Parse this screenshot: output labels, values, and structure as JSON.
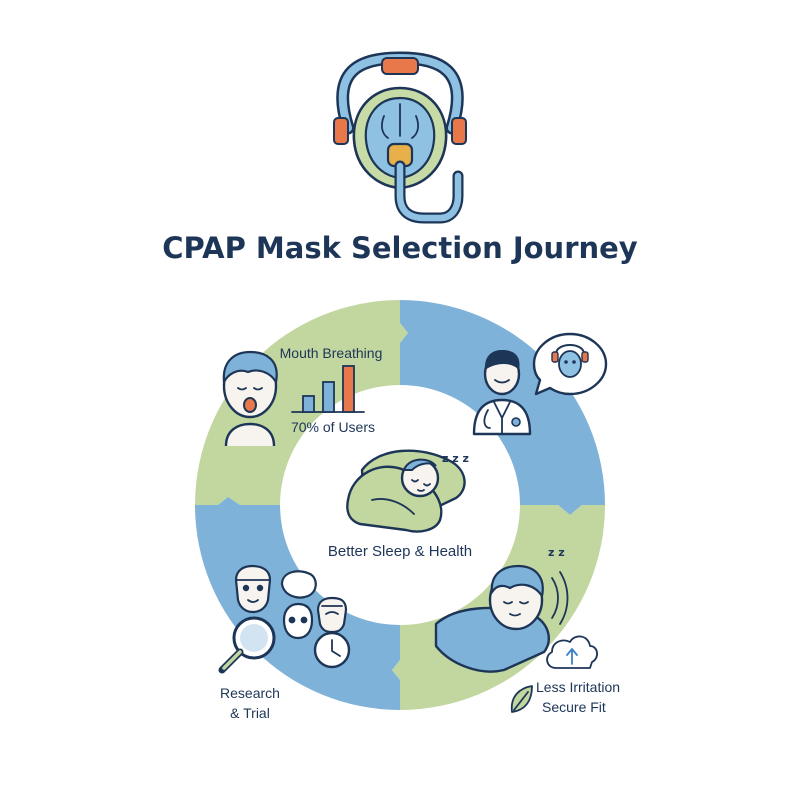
{
  "title": "CPAP Mask Selection Journey",
  "center": {
    "label": "Better Sleep & Health",
    "sleep_sound": "z z z"
  },
  "segments": [
    {
      "id": "mouth-breathing",
      "label": "Mouth Breathing",
      "caption": "70% of Users"
    },
    {
      "id": "consultation"
    },
    {
      "id": "comfort",
      "label_line1": "Less Irritation",
      "label_line2": "Secure Fit",
      "sleep_sound": "z z"
    },
    {
      "id": "research",
      "label_line1": "Research",
      "label_line2": "& Trial"
    }
  ],
  "colors": {
    "ink": "#1d3557",
    "green": "#c2d6a0",
    "blue": "#7fb2d9",
    "orange": "#e8774a",
    "mask_blue": "#8fc1e3",
    "mask_green": "#c7dba6",
    "skin": "#f7f3ee"
  },
  "icons": [
    "cpap-mask-icon",
    "face-mouth-open-icon",
    "bar-chart-icon",
    "doctor-icon",
    "speech-bubble-mask-icon",
    "sleeping-child-icon",
    "sleeping-person-icon",
    "mask-variety-icons",
    "magnifier-icon",
    "clock-icon",
    "cloud-upload-icon",
    "leaf-icon"
  ]
}
